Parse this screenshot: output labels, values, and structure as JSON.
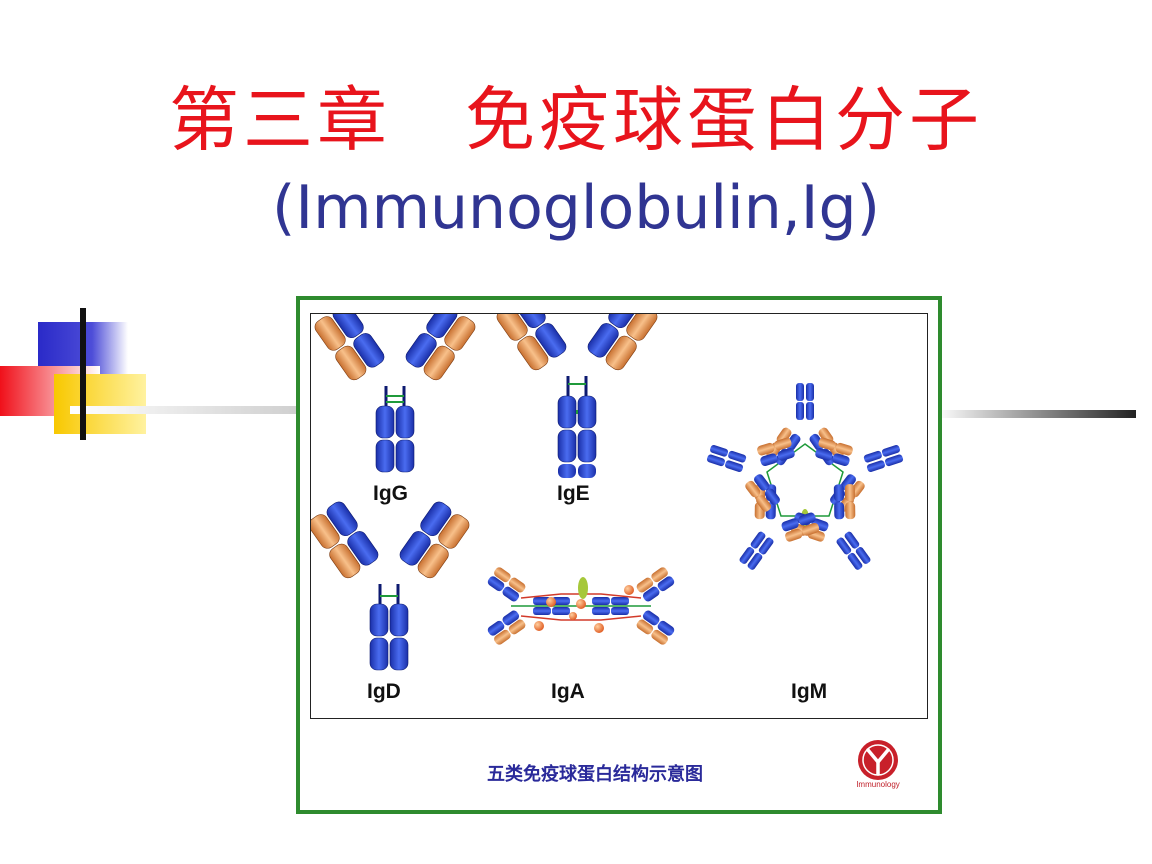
{
  "slide": {
    "title_zh": "第三章　免疫球蛋白分子",
    "title_en": "(Immunoglobulin,Ig)"
  },
  "figure": {
    "labels": {
      "igg": "IgG",
      "ige": "IgE",
      "igd": "IgD",
      "iga": "IgA",
      "igm": "IgM"
    },
    "caption": "五类免疫球蛋白结构示意图",
    "logo_text": "Immunology"
  },
  "colors": {
    "title_red": "#e8141c",
    "title_blue": "#303592",
    "frame_green": "#2e8b2e",
    "heavy_chain_blue": "#2f4fd8",
    "light_chain_orange": "#eea060",
    "disulfide_green": "#1f9a3a",
    "j_chain_red": "#d23a2a",
    "logo_red": "#c8202a"
  }
}
